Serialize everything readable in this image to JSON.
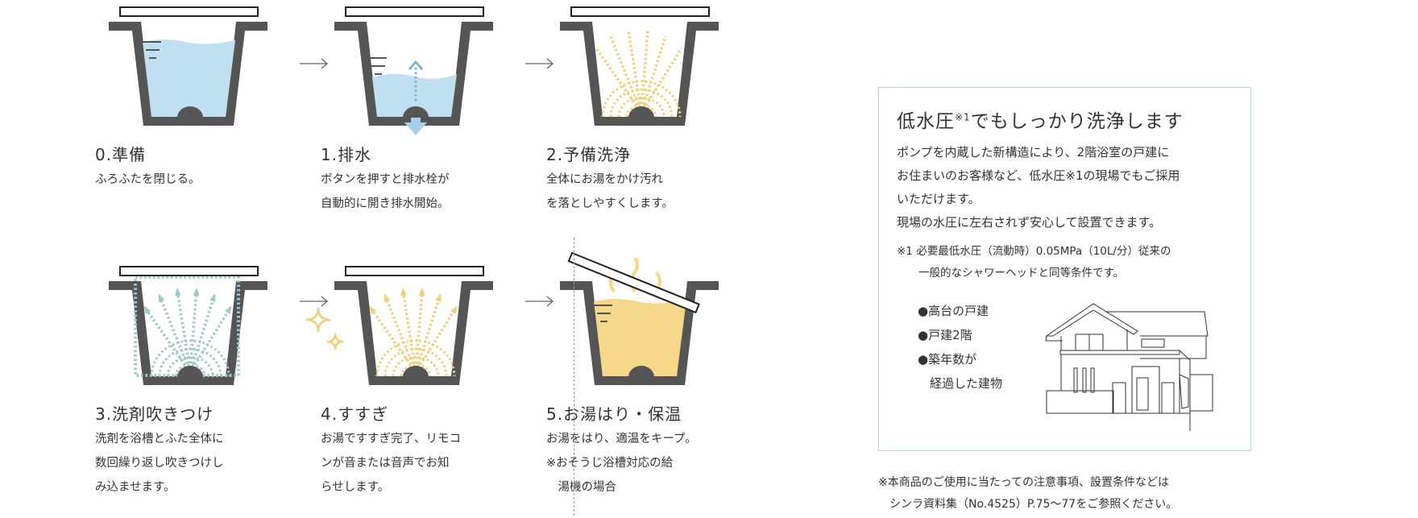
{
  "steps": [
    {
      "label": "0.準備",
      "text": "ふろふたを閉じる。",
      "variant": "fill-blue"
    },
    {
      "label": "1.排水",
      "text": "ボタンを押すと排水栓が\n自動的に開き排水開始。",
      "variant": "drain"
    },
    {
      "label": "2.予備洗浄",
      "text": "全体にお湯をかけ汚れ\nを落としやすくします。",
      "variant": "prewash"
    },
    {
      "label": "3.洗剤吹きつけ",
      "text": "洗剤を浴槽とふた全体に\n数回繰り返し吹きつけし\nみ込ませます。",
      "variant": "detergent"
    },
    {
      "label": "4.すすぎ",
      "text": "お湯ですすぎ完了、リモコ\nンが音または音声でお知\nらせします。",
      "variant": "rinse"
    },
    {
      "label": "5.お湯はり・保温",
      "text": "お湯をはり、適温をキープ。\n※おそうじ浴槽対応の給\n　湯機の場合",
      "variant": "fill-hot"
    }
  ],
  "colors": {
    "tub": "#555555",
    "water": "#c0e0f2",
    "hot": "#f5d88a",
    "spray": "#f0cf7a",
    "detergent": "#9fc9c6",
    "panel_border": "#b5d8da"
  },
  "panel": {
    "title_a": "低水圧",
    "title_sup": "※1",
    "title_b": "でもしっかり洗浄します",
    "body": "ポンプを内蔵した新構造により、2階浴室の戸建に\nお住まいのお客様など、低水圧※1の現場でもご採用\nいただけます。\n現場の水圧に左右されず安心して設置できます。",
    "note": "※1 必要最低水圧（流動時）0.05MPa（10L/分）従来の\n　　一般的なシャワーヘッドと同等条件です。",
    "bullets": [
      "●高台の戸建",
      "●戸建2階",
      "●築年数が",
      "　経過した建物"
    ]
  },
  "footnote": "※本商品のご使用に当たっての注意事項、設置条件などは\n　シンラ資料集（No.4525）P.75～77をご参照ください。"
}
